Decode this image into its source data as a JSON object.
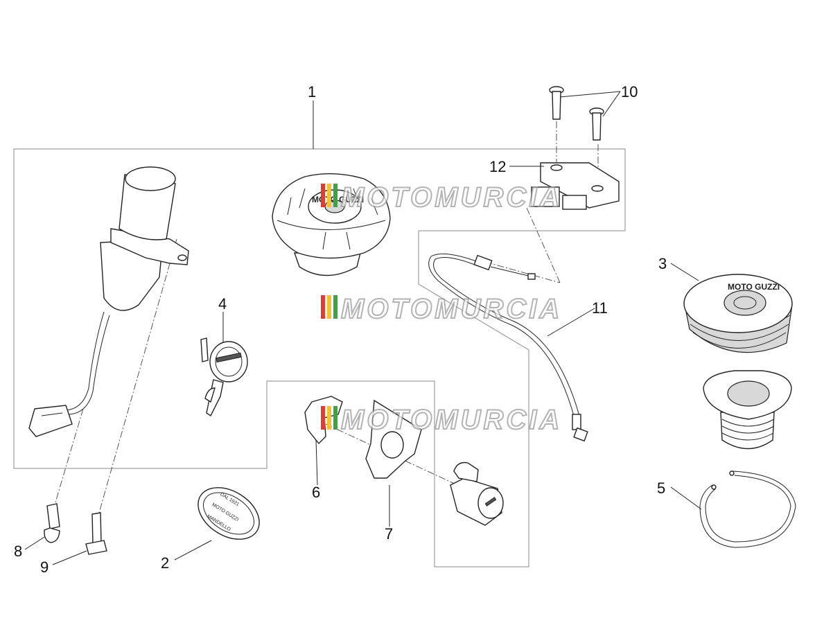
{
  "callouts": {
    "c1": "1",
    "c2": "2",
    "c3": "3",
    "c4": "4",
    "c5": "5",
    "c6": "6",
    "c7": "7",
    "c8": "8",
    "c9": "9",
    "c10": "10",
    "c11": "11",
    "c12": "12"
  },
  "watermark": "MOTOMURCIA",
  "brand_marks": {
    "cap_text": "MOTO GUZZI",
    "seal_top": "DAL 1921",
    "seal_mid": "MOTO GUZZI",
    "seal_bottom": "MANDELLO"
  },
  "colors": {
    "watermark_bar_1": "#e53935",
    "watermark_bar_2": "#fbc02d",
    "watermark_bar_3": "#43a047",
    "line": "#222222",
    "frame": "#8a8a8a"
  }
}
